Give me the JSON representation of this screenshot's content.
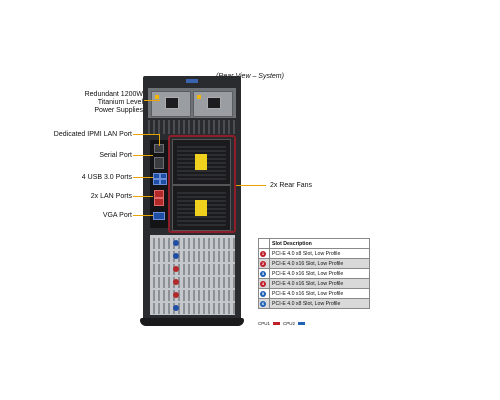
{
  "caption": "(Rear View – System)",
  "labels": {
    "psu_line1": "Redundant 1200W",
    "psu_line2": "Titanium Level",
    "psu_line3": "Power Supplies",
    "ipmi": "Dedicated IPMI LAN Port",
    "serial": "Serial Port",
    "usb": "4 USB 3.0 Ports",
    "lan": "2x LAN Ports",
    "vga": "VGA Port",
    "fans": "2x Rear Fans"
  },
  "table": {
    "header": "Slot Description",
    "rows": [
      {
        "num": "1",
        "cpu": "red",
        "desc": "PCI-E 4.0 x8 Slot, Low Profile"
      },
      {
        "num": "2",
        "cpu": "red",
        "desc": "PCI-E 4.0 x16 Slot, Low Profile"
      },
      {
        "num": "3",
        "cpu": "blue",
        "desc": "PCI-E 4.0 x16 Slot, Low Profile"
      },
      {
        "num": "4",
        "cpu": "red",
        "desc": "PCI-E 4.0 x16 Slot, Low Profile"
      },
      {
        "num": "5",
        "cpu": "blue",
        "desc": "PCI-E 4.0 x16 Slot, Low Profile"
      },
      {
        "num": "6",
        "cpu": "blue",
        "desc": "PCI-E 4.0 x8 Slot, Low Profile"
      }
    ]
  },
  "legend": {
    "cpu1": "CPU1",
    "cpu2": "CPU2",
    "cpu1_color": "#c0202a",
    "cpu2_color": "#1f63b8"
  },
  "colors": {
    "leader": "#e8a400",
    "fan_bracket": "#8e1f2a"
  }
}
